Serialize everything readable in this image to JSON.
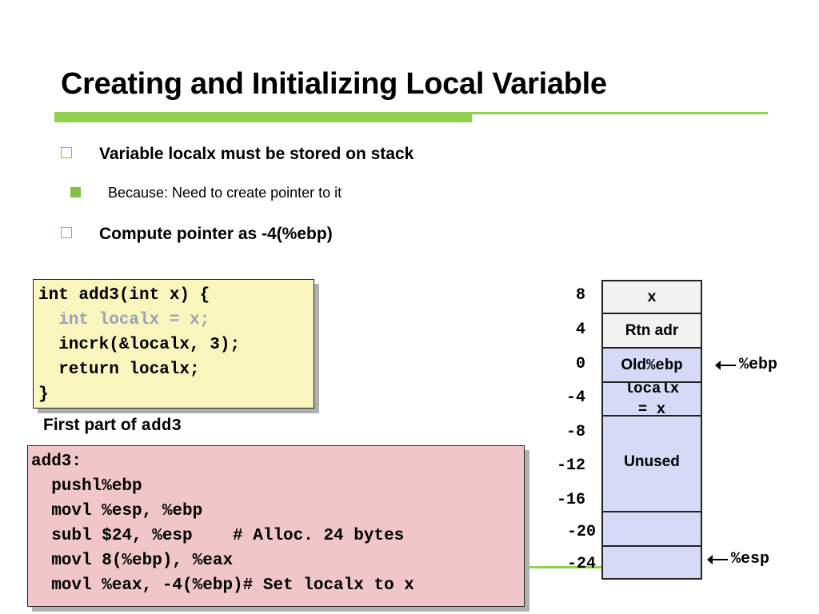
{
  "slide": {
    "title": "Creating and Initializing Local Variable",
    "bullets": [
      "Variable localx must be stored on stack",
      "Because: Need to create pointer to it",
      "Compute pointer as -4(%ebp)"
    ]
  },
  "c_code": {
    "lines": [
      "int add3(int x) {",
      "  int localx = x;",
      "  incrk(&localx, 3);",
      "  return localx;",
      "}"
    ]
  },
  "caption": {
    "text": "First part of ",
    "code": "add3"
  },
  "asm_code": {
    "lines": [
      "add3:",
      "  pushl%ebp",
      "  movl %esp, %ebp",
      "  subl $24, %esp    # Alloc. 24 bytes",
      "  movl 8(%ebp), %eax",
      "  movl %eax, -4(%ebp)# Set localx to x"
    ]
  },
  "stack": {
    "offsets": [
      "8",
      "4",
      "0",
      "-4",
      "-8",
      "-12",
      "-16",
      "-20",
      "-24"
    ],
    "cells": {
      "x": "x",
      "rtn": "Rtn adr",
      "old_ebp_prefix": "Old ",
      "old_ebp_reg": "%ebp",
      "localx_line1": "localx",
      "localx_line2": "= x",
      "unused": "Unused"
    },
    "pointers": {
      "ebp": "%ebp",
      "esp": "%esp"
    },
    "colors": {
      "top_cells": "#f2f2f2",
      "frame_cells": "#d7d9f7"
    }
  }
}
